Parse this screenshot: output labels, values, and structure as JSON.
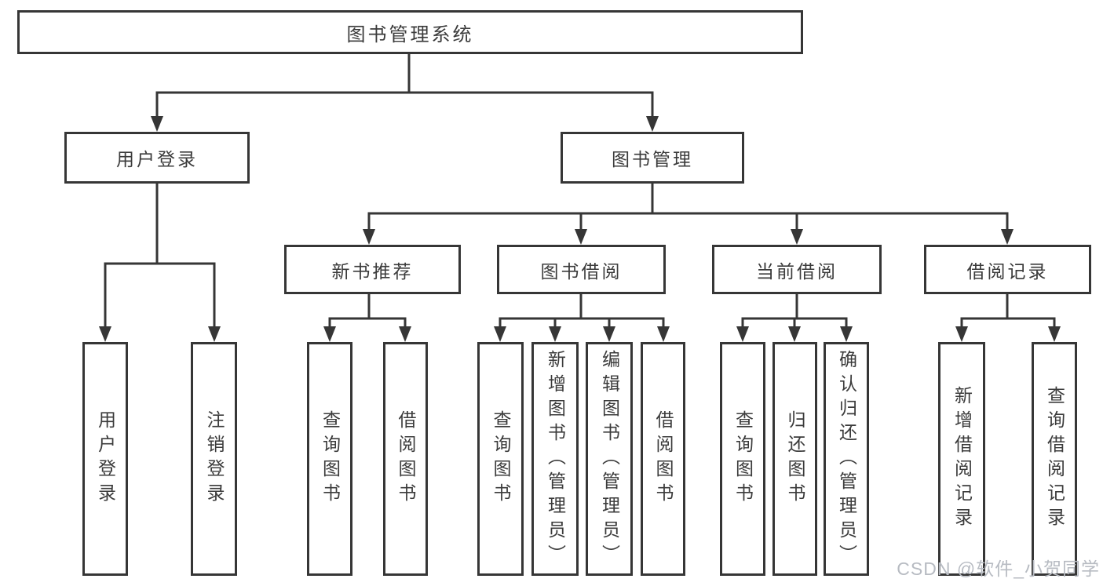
{
  "diagram": {
    "root": {
      "label": "图书管理系统"
    },
    "level2": {
      "user_login": {
        "label": "用户登录"
      },
      "book_mgmt": {
        "label": "图书管理"
      }
    },
    "level3": {
      "new_books": {
        "label": "新书推荐"
      },
      "book_borrow": {
        "label": "图书借阅"
      },
      "current_borrow": {
        "label": "当前借阅"
      },
      "borrow_records": {
        "label": "借阅记录"
      }
    },
    "leaves": {
      "user_login": [
        "用户登录",
        "注销登录"
      ],
      "new_books": [
        "查询图书",
        "借阅图书"
      ],
      "book_borrow": [
        "查询图书",
        "新增图书（管理员）",
        "编辑图书（管理员）",
        "借阅图书"
      ],
      "current_borrow": [
        "查询图书",
        "归还图书",
        "确认归还（管理员）"
      ],
      "borrow_records": [
        "新增借阅记录",
        "查询借阅记录"
      ]
    }
  },
  "watermark": "CSDN @软件_小贺同学",
  "colors": {
    "line": "#363636",
    "box_border": "#363636",
    "text": "#3b3b3b",
    "watermark": "#b7bbc2",
    "background": "#ffffff"
  }
}
